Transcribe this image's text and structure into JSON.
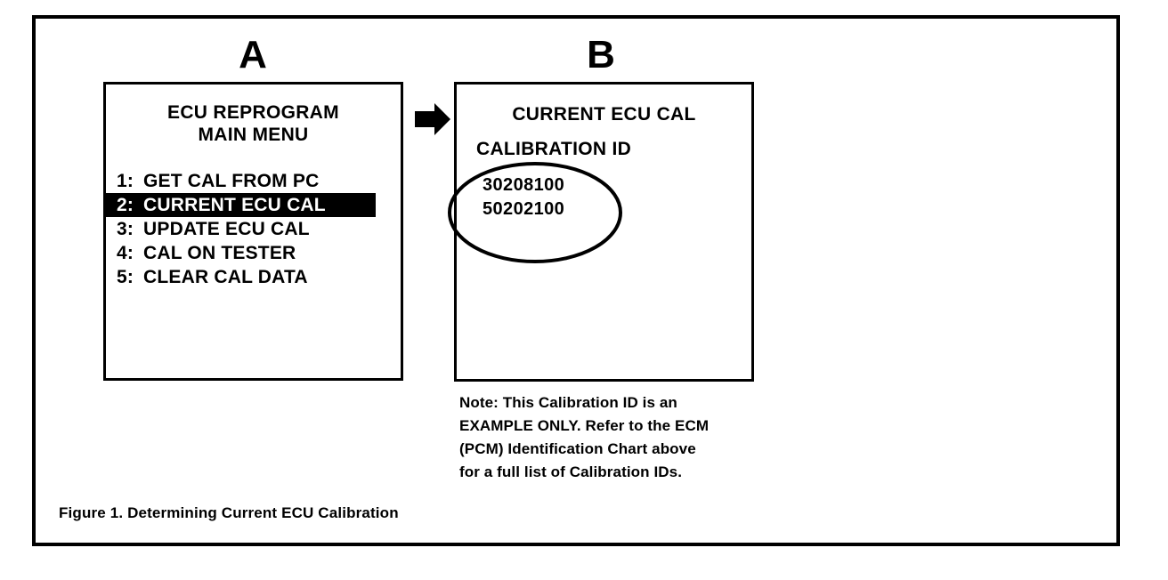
{
  "figure": {
    "caption": "Figure 1. Determining Current ECU Calibration",
    "colors": {
      "ink": "#000000",
      "paper": "#ffffff",
      "highlight_bg": "#000000",
      "highlight_fg": "#ffffff"
    }
  },
  "panel_a": {
    "letter": "A",
    "title_line_1": "ECU REPROGRAM",
    "title_line_2": "MAIN MENU",
    "menu_items": [
      {
        "index": "1:",
        "label": "GET CAL FROM PC",
        "selected": false
      },
      {
        "index": "2:",
        "label": "CURRENT ECU CAL",
        "selected": true
      },
      {
        "index": "3:",
        "label": "UPDATE ECU CAL",
        "selected": false
      },
      {
        "index": "4:",
        "label": "CAL ON TESTER",
        "selected": false
      },
      {
        "index": "5:",
        "label": "CLEAR CAL DATA",
        "selected": false
      }
    ]
  },
  "arrow": {
    "icon": "arrow-right-icon",
    "direction": "right"
  },
  "panel_b": {
    "letter": "B",
    "heading": "CURRENT ECU CAL",
    "subheading": "CALIBRATION ID",
    "calibration_ids": [
      "30208100",
      "50202100"
    ],
    "annotation": "ellipse-circle-highlight"
  },
  "note": {
    "lines": [
      "Note: This Calibration ID is an",
      "EXAMPLE ONLY. Refer to the ECM",
      "(PCM) Identification Chart above",
      "for a full list of Calibration IDs."
    ]
  }
}
